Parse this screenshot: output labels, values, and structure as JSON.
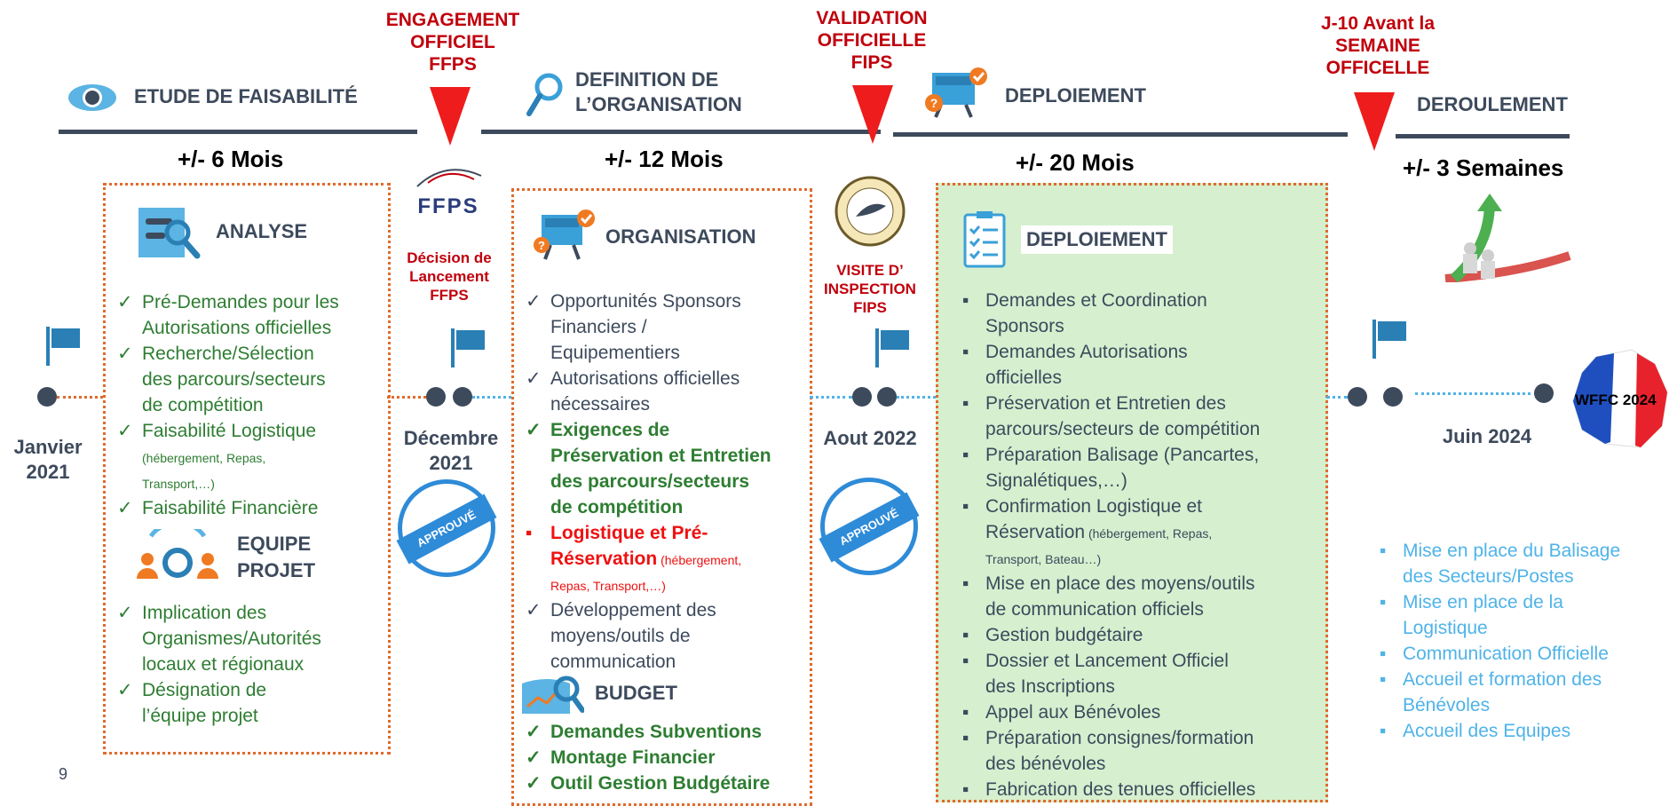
{
  "page_number": "9",
  "phases": {
    "etude": "ETUDE DE FAISABILITÉ",
    "definition_1": "DEFINITION DE",
    "definition_2": "L’ORGANISATION",
    "deploiement": "DEPLOIEMENT",
    "deroulement": "DEROULEMENT"
  },
  "milestones": {
    "m1": [
      "ENGAGEMENT",
      "OFFICIEL",
      "FFPS"
    ],
    "m2": [
      "VALIDATION",
      "OFFICIELLE",
      "FIPS"
    ],
    "m3": [
      "J-10 Avant la",
      "SEMAINE",
      "OFFICELLE"
    ]
  },
  "durations": [
    "+/- 6 Mois",
    "+/- 12 Mois",
    "+/- 20 Mois",
    "+/- 3 Semaines"
  ],
  "dates": {
    "d1": [
      "Janvier",
      "2021"
    ],
    "d2": [
      "Décembre",
      "2021"
    ],
    "d3": "Aout 2022",
    "d4": "Juin 2024"
  },
  "ffps": {
    "logo_text": "FFPS",
    "decision": [
      "Décision de",
      "Lancement",
      "FFPS"
    ]
  },
  "fips": {
    "visite": [
      "VISITE D’",
      "INSPECTION",
      "FIPS"
    ]
  },
  "stamp_text": "APPROUVÉ",
  "wffc": "WFFC 2024",
  "analyse": {
    "title": "ANALYSE",
    "items": [
      [
        "Pré-Demandes pour les",
        "Autorisations officielles"
      ],
      [
        "Recherche/Sélection",
        "des parcours/secteurs",
        "de compétition"
      ],
      [
        "Faisabilité Logistique"
      ],
      [
        "Faisabilité Financière"
      ]
    ],
    "logistique_small": [
      "(hébergement, Repas,",
      "Transport,…)"
    ]
  },
  "equipe": {
    "title": [
      "EQUIPE",
      "PROJET"
    ],
    "items": [
      [
        "Implication des",
        "Organismes/Autorités",
        "locaux et régionaux"
      ],
      [
        "Désignation de",
        "l’équipe projet"
      ]
    ]
  },
  "organisation": {
    "title": "ORGANISATION",
    "items": [
      [
        "Opportunités Sponsors",
        "Financiers /",
        "Equipementiers"
      ],
      [
        "Autorisations officielles",
        "nécessaires"
      ],
      [
        "Exigences de",
        "Préservation et Entretien",
        "des parcours/secteurs",
        "de compétition"
      ],
      [
        "Logistique et Pré-",
        "Réservation"
      ],
      [
        "Développement des",
        "moyens/outils de",
        "communication"
      ]
    ],
    "logistique_small_1": " (hébergement,",
    "logistique_small_2": "Repas, Transport,…)"
  },
  "budget": {
    "title": "BUDGET",
    "items": [
      "Demandes Subventions",
      "Montage Financier",
      "Outil Gestion Budgétaire"
    ]
  },
  "deploiement_box": {
    "title": "DEPLOIEMENT",
    "items": [
      [
        "Demandes et Coordination",
        "Sponsors"
      ],
      [
        "Demandes Autorisations",
        "officielles"
      ],
      [
        "Préservation et Entretien des",
        "parcours/secteurs de compétition"
      ],
      [
        "Préparation Balisage (Pancartes,",
        "Signalétiques,…)"
      ],
      [
        "Confirmation Logistique et",
        "Réservation"
      ],
      [
        "Mise en place des moyens/outils",
        "de communication officiels"
      ],
      [
        "Gestion budgétaire"
      ],
      [
        "Dossier et Lancement Officiel",
        "des Inscriptions"
      ],
      [
        "Appel aux Bénévoles"
      ],
      [
        "Préparation consignes/formation",
        "des bénévoles"
      ],
      [
        "Fabrication des tenues officielles"
      ]
    ],
    "reservation_small_1": " (hébergement, Repas,",
    "reservation_small_2": "Transport, Bateau…)"
  },
  "deroulement_list": [
    [
      "Mise en place du Balisage",
      "des Secteurs/Postes"
    ],
    [
      "Mise en place de la",
      "Logistique"
    ],
    [
      "Communication Officielle"
    ],
    [
      "Accueil  et formation des",
      "Bénévoles"
    ],
    [
      "Accueil des Equipes"
    ]
  ]
}
